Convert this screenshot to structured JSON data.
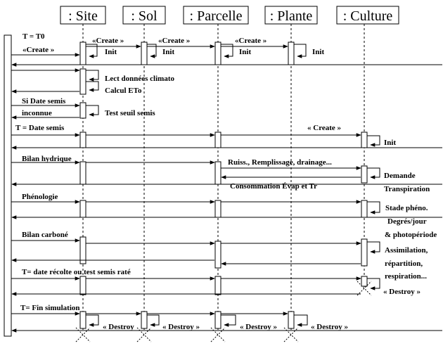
{
  "objects": [
    ": Site",
    ": Sol",
    ": Parcelle",
    ": Plante",
    ": Culture"
  ],
  "messages": {
    "t0": "T  =  T0",
    "create_main": "«Create »",
    "create_site_sol": "«Create »",
    "create_sol_parcelle": "«Create »",
    "create_parcelle_plante": "«Create »",
    "create_culture": "« Create »",
    "init_site": "Init",
    "init_sol": "Init",
    "init_parcelle": "Init",
    "init_plante": "Init",
    "init_culture": "Init",
    "lect": "Lect données climato",
    "calcul": "Calcul ETo",
    "si_date_1": "Si Date semis",
    "si_date_2": "inconnue",
    "test_seuil": "Test seuil semis",
    "t_date_semis": "T = Date semis",
    "bilan_hydrique": "Bilan hydrique",
    "ruiss": "Ruiss., Remplissage, drainage...",
    "conso": "Consommation Évap et Tr",
    "demande_1": "Demande",
    "demande_2": "Transpiration",
    "phenologie": "Phénologie",
    "stade_1": "Stade phéno.",
    "stade_2": "Degrés/jour",
    "stade_3": "& photopériode",
    "bilan_carbone": "Bilan carboné",
    "assim_1": "Assimilation,",
    "assim_2": "répartition,",
    "assim_3": "respiration...",
    "t_recolte": "T= date récolte ou test semis raté",
    "destroy_culture": "« Destroy »",
    "t_fin": "T= Fin simulation",
    "destroy_site": "« Destroy",
    "destroy_sol": "« Destroy »",
    "destroy_parcelle": "« Destroy »",
    "destroy_plante": "« Destroy »"
  }
}
